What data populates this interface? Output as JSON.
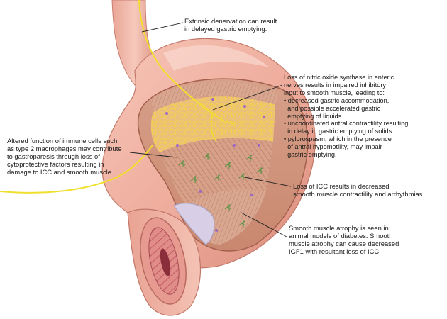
{
  "annotations": {
    "extrinsic": {
      "lines": [
        "Extrinsic denervation can result",
        "in delayed gastric emptying."
      ]
    },
    "nitric": {
      "lines": [
        "Loss of nitric oxide synthase in enteric",
        "nerves results in impaired inhibitory",
        "input to smooth muscle, leading to:",
        "• decreased gastric accommodation,",
        "  and possible accelerated gastric",
        "  emptying of liquids.",
        "• uncoordinated antral contractility resulting",
        "  in delay in gastric emptying of solids.",
        "• pylorospasm, which in the presence",
        "  of antral hypomotility, may impair",
        "  gastric emptying."
      ]
    },
    "immune": {
      "lines": [
        "Altered function of immune cells such",
        "as type 2 macrophages may contribute",
        "to gastroparesis through loss of",
        "cytoprotective factors resulting in",
        "damage to ICC and smooth muscle."
      ]
    },
    "icc": {
      "lines": [
        "Loss of ICC results in decreased",
        "smooth muscle contractility and arrhythmias."
      ]
    },
    "atrophy": {
      "lines": [
        "Smooth muscle atrophy is seen in",
        "animal models of diabetes. Smooth",
        "muscle atrophy can cause decreased",
        "IGF1 with resultant loss of ICC."
      ]
    }
  },
  "colors": {
    "stomach_skin": "#f0b2a4",
    "stomach_shadow": "#d88676",
    "muscle": "#d9a48c",
    "nerve_plexus": "#f2cb5c",
    "icc_cells": "#6fa05a",
    "macrophage": "#a070c8",
    "nerve": "#f4e23a",
    "leader_line": "#222222"
  }
}
